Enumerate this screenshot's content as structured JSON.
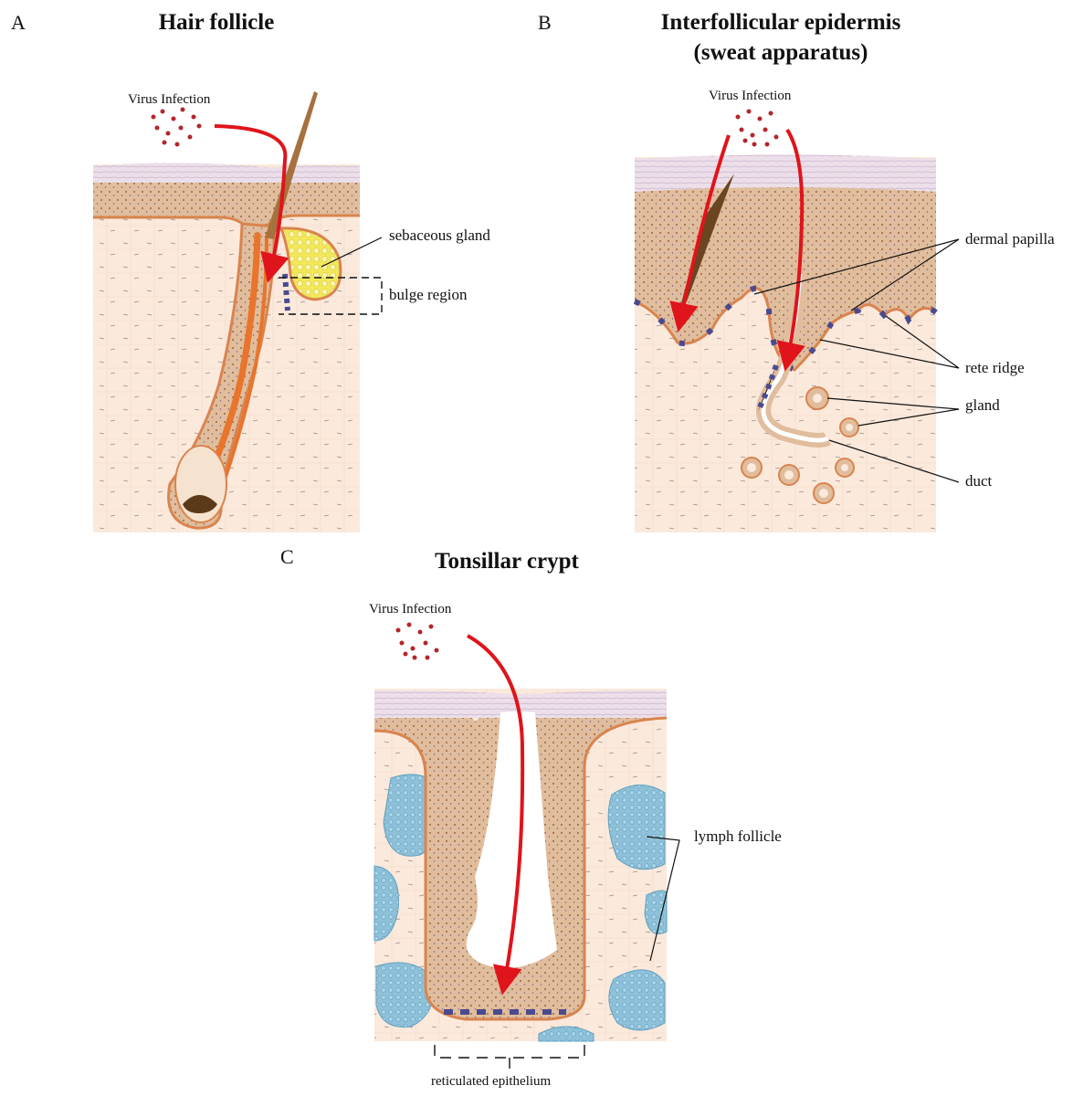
{
  "panels": {
    "a": {
      "letter": "A",
      "title": "Hair follicle",
      "virus_label": "Virus Infection",
      "labels": {
        "sebaceous_gland": "sebaceous gland",
        "bulge_region": "bulge region"
      }
    },
    "b": {
      "letter": "B",
      "title_line1": "Interfollicular epidermis",
      "title_line2": "(sweat apparatus)",
      "virus_label": "Virus Infection",
      "labels": {
        "dermal_papilla": "dermal papilla",
        "rete_ridge": "rete ridge",
        "gland": "gland",
        "duct": "duct"
      }
    },
    "c": {
      "letter": "C",
      "title": "Tonsillar crypt",
      "virus_label": "Virus Infection",
      "labels": {
        "lymph_follicle": "lymph follicle",
        "reticulated_epithelium": "reticulated epithelium"
      }
    }
  },
  "colors": {
    "dermis": "#fbe9dc",
    "epidermis": "#e0bd9c",
    "stratum_corneum": "#e9dbe7",
    "basal_line": "#d9844f",
    "infection_arrow": "#e0141b",
    "virus_particle": "#b3262b",
    "stem_cells": "#4a4a8e",
    "sebaceous": "#f2e85a",
    "lymph": "#8fc2d9",
    "hair": "#a7703f"
  }
}
